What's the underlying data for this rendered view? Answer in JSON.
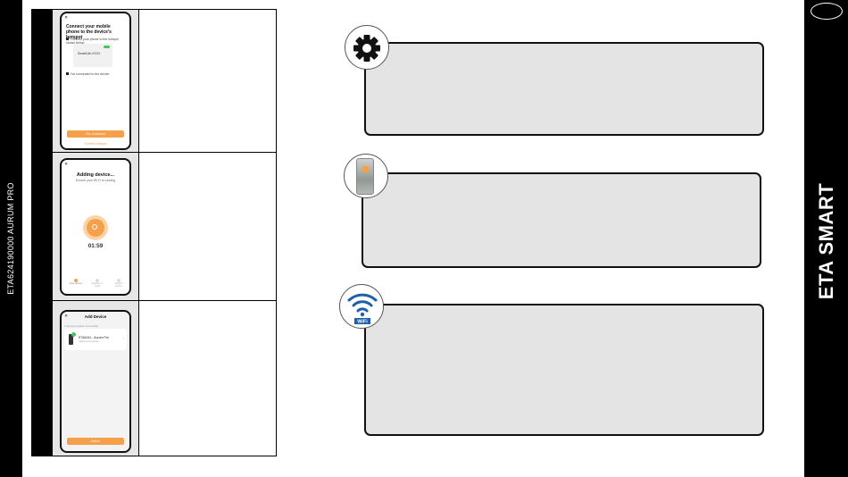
{
  "side_label": "ETA624190000 AURUM PRO",
  "brand": "ETA SMART",
  "steps": [
    {
      "title": "Connect your mobile phone to the device's hotspot",
      "instruction": "Connect your phone to the hotspot shown below",
      "hotspot_name": "SmartLife-XXXX",
      "checkbox_label": "I've connected to the device",
      "button": "Go Connect",
      "link": "Confirm hotspot"
    },
    {
      "title": "Adding device...",
      "subtitle": "Ensure your Wi-Fi is running",
      "timer": "01:59",
      "progress_steps": [
        "Scan devices",
        "Register on cloud",
        "Initialize device"
      ]
    },
    {
      "title": "Add Device",
      "subtitle": "1 device(s) added successfully",
      "device_name": "ETA6241 - Aurum Pro",
      "device_status": "Added successfully",
      "button": "Done"
    }
  ]
}
